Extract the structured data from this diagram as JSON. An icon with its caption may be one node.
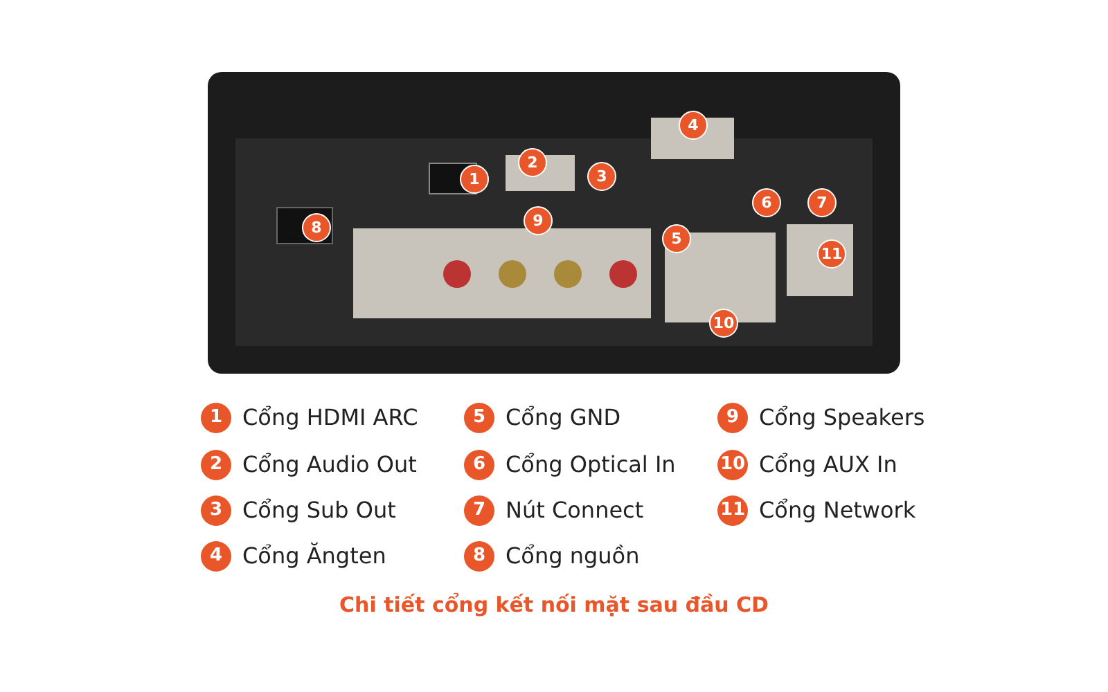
{
  "diagram": {
    "caption": "Chi tiết cổng kết nối mặt sau đầu CD",
    "labels": [
      "4",
      "2",
      "3",
      "1",
      "7",
      "6",
      "8",
      "9",
      "5",
      "11",
      "10",
      "1",
      "Cổng HDMI ARC",
      "5",
      "Cổng GND",
      "9",
      "Cổng Speakers",
      "2",
      "Cổng Audio Out",
      "6",
      "Cổng Optical In",
      "10",
      "Cổng AUX In",
      "3",
      "Cổng Sub Out",
      "7",
      "Nút Connect",
      "11",
      "Cổng Network",
      "4",
      "Cổng Ăngten",
      "8",
      "Cổng nguồn"
    ]
  }
}
